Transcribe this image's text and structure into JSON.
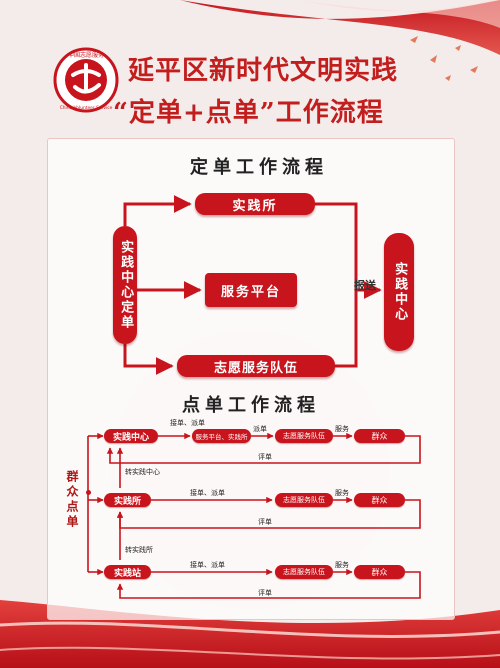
{
  "title_line1": "延平区新时代文明实践",
  "title_line2": "“定单+点单”工作流程",
  "logo": {
    "top_text": "中国志愿服务",
    "bottom_text": "China Volunteer Service"
  },
  "section1": {
    "title": "定单工作流程",
    "hub": "实践中心定单",
    "targets": [
      "实践所",
      "服务平台",
      "志愿服务队伍"
    ],
    "send_label": "报送",
    "destination": "实践中心"
  },
  "section2": {
    "title": "点单工作流程",
    "side_label": "群众点单",
    "rows": [
      {
        "source": "实践中心",
        "accept": "接单、派单",
        "platform": "服务平台、实践所",
        "dispatch": "派单",
        "team": "志愿服务队伍",
        "service": "服务",
        "people": "群众",
        "review": "评单"
      },
      {
        "source": "实践所",
        "accept": "接单、派单",
        "team": "志愿服务队伍",
        "service": "服务",
        "people": "群众",
        "review": "评单"
      },
      {
        "source": "实践站",
        "accept": "接单、派单",
        "team": "志愿服务队伍",
        "service": "服务",
        "people": "群众",
        "review": "评单"
      }
    ],
    "transfer_center": "转实践中心",
    "transfer_office": "转实践所"
  },
  "colors": {
    "brand_red": "#c8141c",
    "title_red": "#c21e1e",
    "background": "#f3ecea"
  }
}
